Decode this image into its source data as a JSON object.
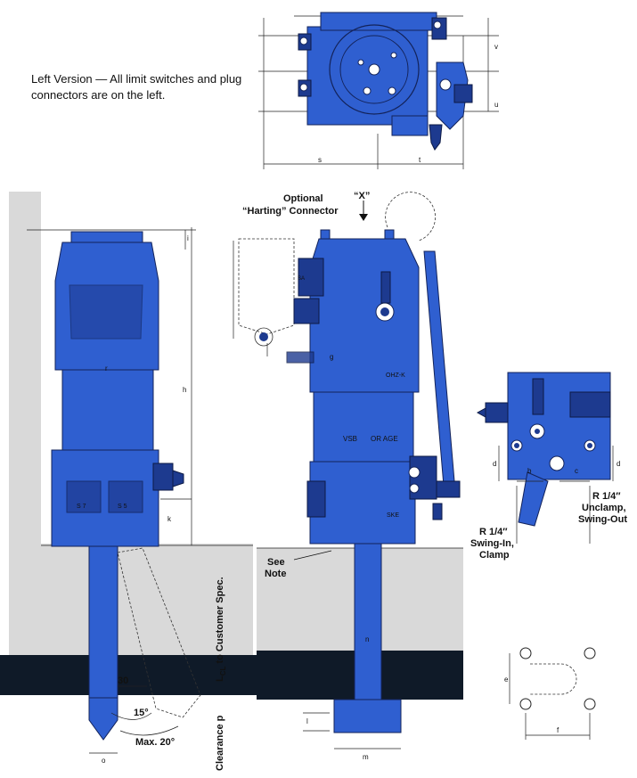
{
  "caption": "Left Version — All limit switches and plug connectors are on the left.",
  "labels": {
    "optional_connector_line1": "Optional",
    "optional_connector_line2": "“Harting” Connector",
    "view_x": "“X”",
    "see_note_line1": "See",
    "see_note_line2": "Note",
    "lcl_prefix": "L",
    "lcl_sub": "CL",
    "lcl_suffix": " to Customer Spec.",
    "clearance": "Clearance p",
    "port_a_line1": "R 1/4″",
    "port_a_line2": "Swing-In,",
    "port_a_line3": "Clamp",
    "port_b_line1": "R 1/4″",
    "port_b_line2": "Unclamp,",
    "port_b_line3": "Swing-Out",
    "angle_30": "30",
    "angle_15": "15°",
    "angle_max": "Max. 20°"
  },
  "body_marks": {
    "vsb": "VSB",
    "or_age": "OR AGE",
    "ohzk": "OHZ-K",
    "ske": "SKE",
    "sa": "SA",
    "s7": "S 7",
    "s5": "S 5"
  },
  "dimension_letters": {
    "s": "s",
    "t": "t",
    "u": "u",
    "v": "v",
    "h": "h",
    "i": "i",
    "k": "k",
    "r": "r",
    "o": "o",
    "m": "m",
    "n": "n",
    "l": "l",
    "g": "g",
    "d": "d",
    "b": "b",
    "c": "c",
    "e": "e",
    "f": "f"
  },
  "colors": {
    "body_blue": "#2f5fd0",
    "dark_blue": "#1d3a8f",
    "wall_gray": "#d9d9d9",
    "floor_dark": "#0f1a28"
  }
}
